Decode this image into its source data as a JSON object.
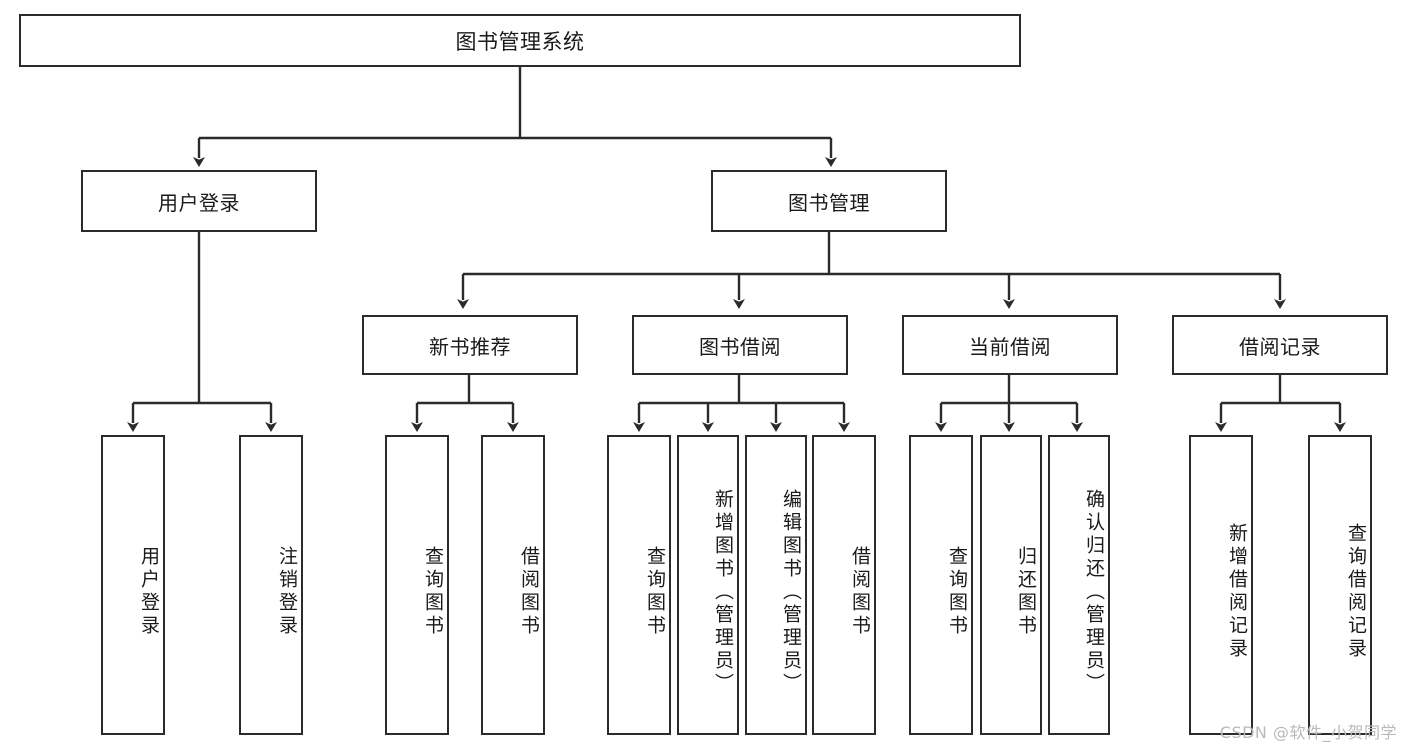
{
  "diagram": {
    "title": "图书管理系统",
    "type": "tree",
    "watermark": "CSDN @软件_小贺同学",
    "colors": {
      "box_border": "#2b2b2b",
      "box_fill": "#ffffff",
      "edge": "#2b2b2b",
      "text": "#1a1a1a",
      "watermark": "#b9b9b9",
      "background": "#ffffff"
    },
    "root": {
      "label": "图书管理系统"
    },
    "level2": [
      {
        "label": "用户登录"
      },
      {
        "label": "图书管理"
      }
    ],
    "level3": [
      {
        "label": "新书推荐"
      },
      {
        "label": "图书借阅"
      },
      {
        "label": "当前借阅"
      },
      {
        "label": "借阅记录"
      }
    ],
    "leaves": {
      "user_login": [
        {
          "label": "用户登录"
        },
        {
          "label": "注销登录"
        }
      ],
      "new_book_recommend": [
        {
          "label": "查询图书"
        },
        {
          "label": "借阅图书"
        }
      ],
      "book_borrow": [
        {
          "label": "查询图书"
        },
        {
          "label": "新增图书（管理员）"
        },
        {
          "label": "编辑图书（管理员）"
        },
        {
          "label": "借阅图书"
        }
      ],
      "current_borrow": [
        {
          "label": "查询图书"
        },
        {
          "label": "归还图书"
        },
        {
          "label": "确认归还（管理员）"
        }
      ],
      "borrow_record": [
        {
          "label": "新增借阅记录"
        },
        {
          "label": "查询借阅记录"
        }
      ]
    }
  }
}
